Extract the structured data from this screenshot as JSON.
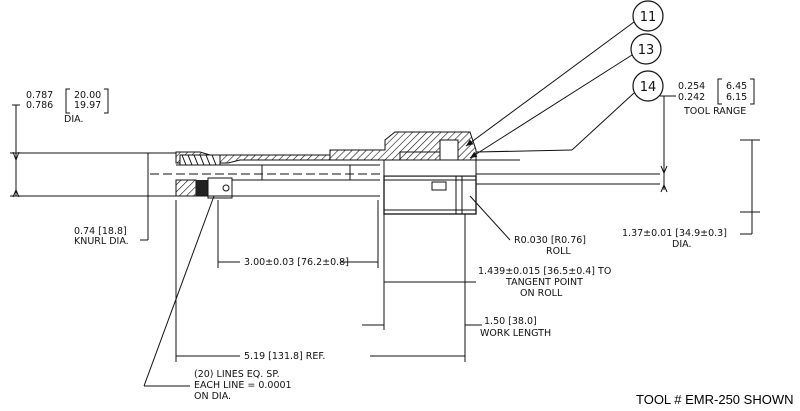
{
  "diagram": {
    "callouts": [
      "11",
      "13",
      "14"
    ],
    "dims": {
      "dia_in_hi": "0.787",
      "dia_in_lo": "0.786",
      "dia_mm_hi": "20.00",
      "dia_mm_lo": "19.97",
      "dia_label": "DIA.",
      "range_in_hi": "0.254",
      "range_in_lo": "0.242",
      "range_mm_hi": "6.45",
      "range_mm_lo": "6.15",
      "range_label": "TOOL RANGE",
      "knurl_1": "0.74 [18.8]",
      "knurl_2": "KNURL DIA.",
      "roll_1": "R0.030 [R0.76]",
      "roll_2": "ROLL",
      "body_dia_1": "1.37±0.01 [34.9±0.3]",
      "body_dia_2": "DIA.",
      "len_300": "3.00±0.03 [76.2±0.8]",
      "tangent_1": "1.439±0.015 [36.5±0.4] TO",
      "tangent_2": "TANGENT POINT",
      "tangent_3": "ON ROLL",
      "work_1": "1.50 [38.0]",
      "work_2": "WORK LENGTH",
      "ref_len": "5.19 [131.8] REF.",
      "lines_1": "(20) LINES EQ. SP.",
      "lines_2": "EACH LINE = 0.0001",
      "lines_3": "ON DIA."
    },
    "caption": "TOOL # EMR-250 SHOWN"
  }
}
